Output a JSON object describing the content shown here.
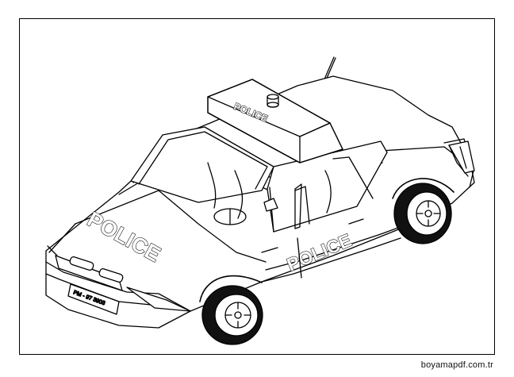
{
  "artwork": {
    "subject": "police car line-art coloring page",
    "car_labels": {
      "roof_sign": "POLICE",
      "hood": "POLICE",
      "side_door": "POLICE"
    },
    "license_plate": "PM - 97 3903"
  },
  "footer": {
    "credit": "boyamapdf.com.tr"
  }
}
